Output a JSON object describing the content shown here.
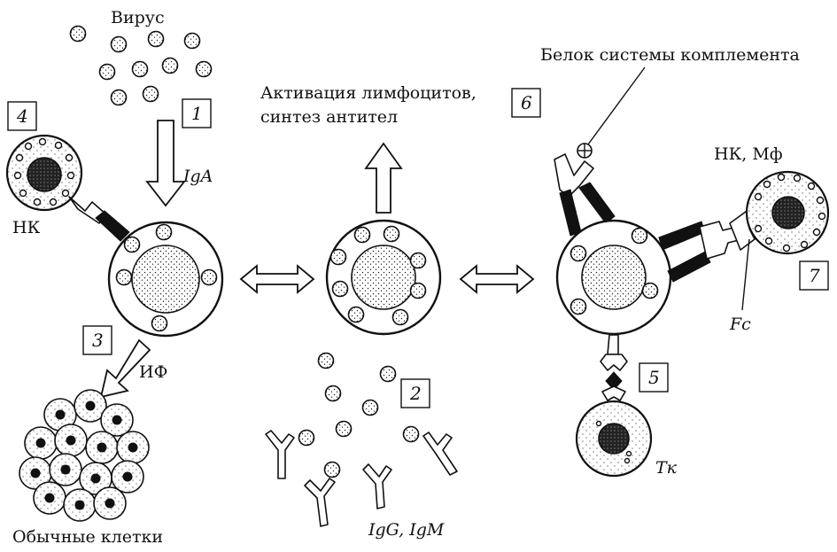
{
  "labels": {
    "virus": "Вирус",
    "activation_line1": "Активация лимфоцитов,",
    "activation_line2": "синтез антител",
    "complement": "Белок системы комплемента",
    "nk_left": "НК",
    "nk_mf": "НК, Мф",
    "if": "ИФ",
    "iga": "IgA",
    "igg_igm": "IgG, IgM",
    "fc": "Fc",
    "tk": "Тк",
    "normal_cells": "Обычные клетки"
  },
  "numbers": {
    "n1": "1",
    "n2": "2",
    "n3": "3",
    "n4": "4",
    "n5": "5",
    "n6": "6",
    "n7": "7"
  }
}
